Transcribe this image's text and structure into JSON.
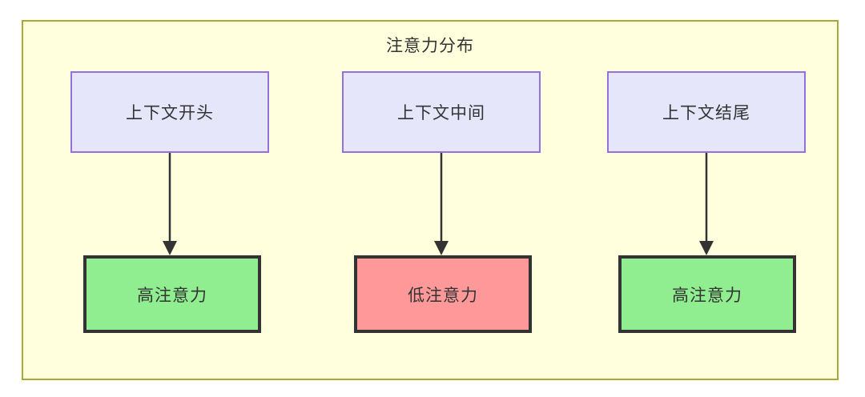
{
  "diagram": {
    "title": "注意力分布",
    "background_color": "#ffffde",
    "border_color": "#aaaa33",
    "columns": [
      {
        "source": {
          "label": "上下文开头",
          "fill": "#e6e6fa",
          "stroke": "#9370db"
        },
        "result": {
          "label": "高注意力",
          "fill": "#90ee90",
          "stroke": "#333333",
          "level": "high"
        },
        "connector": {
          "type": "arrow",
          "direction": "down",
          "color": "#333333"
        }
      },
      {
        "source": {
          "label": "上下文中间",
          "fill": "#e6e6fa",
          "stroke": "#9370db"
        },
        "result": {
          "label": "低注意力",
          "fill": "#ff9999",
          "stroke": "#333333",
          "level": "low"
        },
        "connector": {
          "type": "arrow",
          "direction": "down",
          "color": "#333333"
        }
      },
      {
        "source": {
          "label": "上下文结尾",
          "fill": "#e6e6fa",
          "stroke": "#9370db"
        },
        "result": {
          "label": "高注意力",
          "fill": "#90ee90",
          "stroke": "#333333",
          "level": "high"
        },
        "connector": {
          "type": "arrow",
          "direction": "down",
          "color": "#333333"
        }
      }
    ]
  }
}
